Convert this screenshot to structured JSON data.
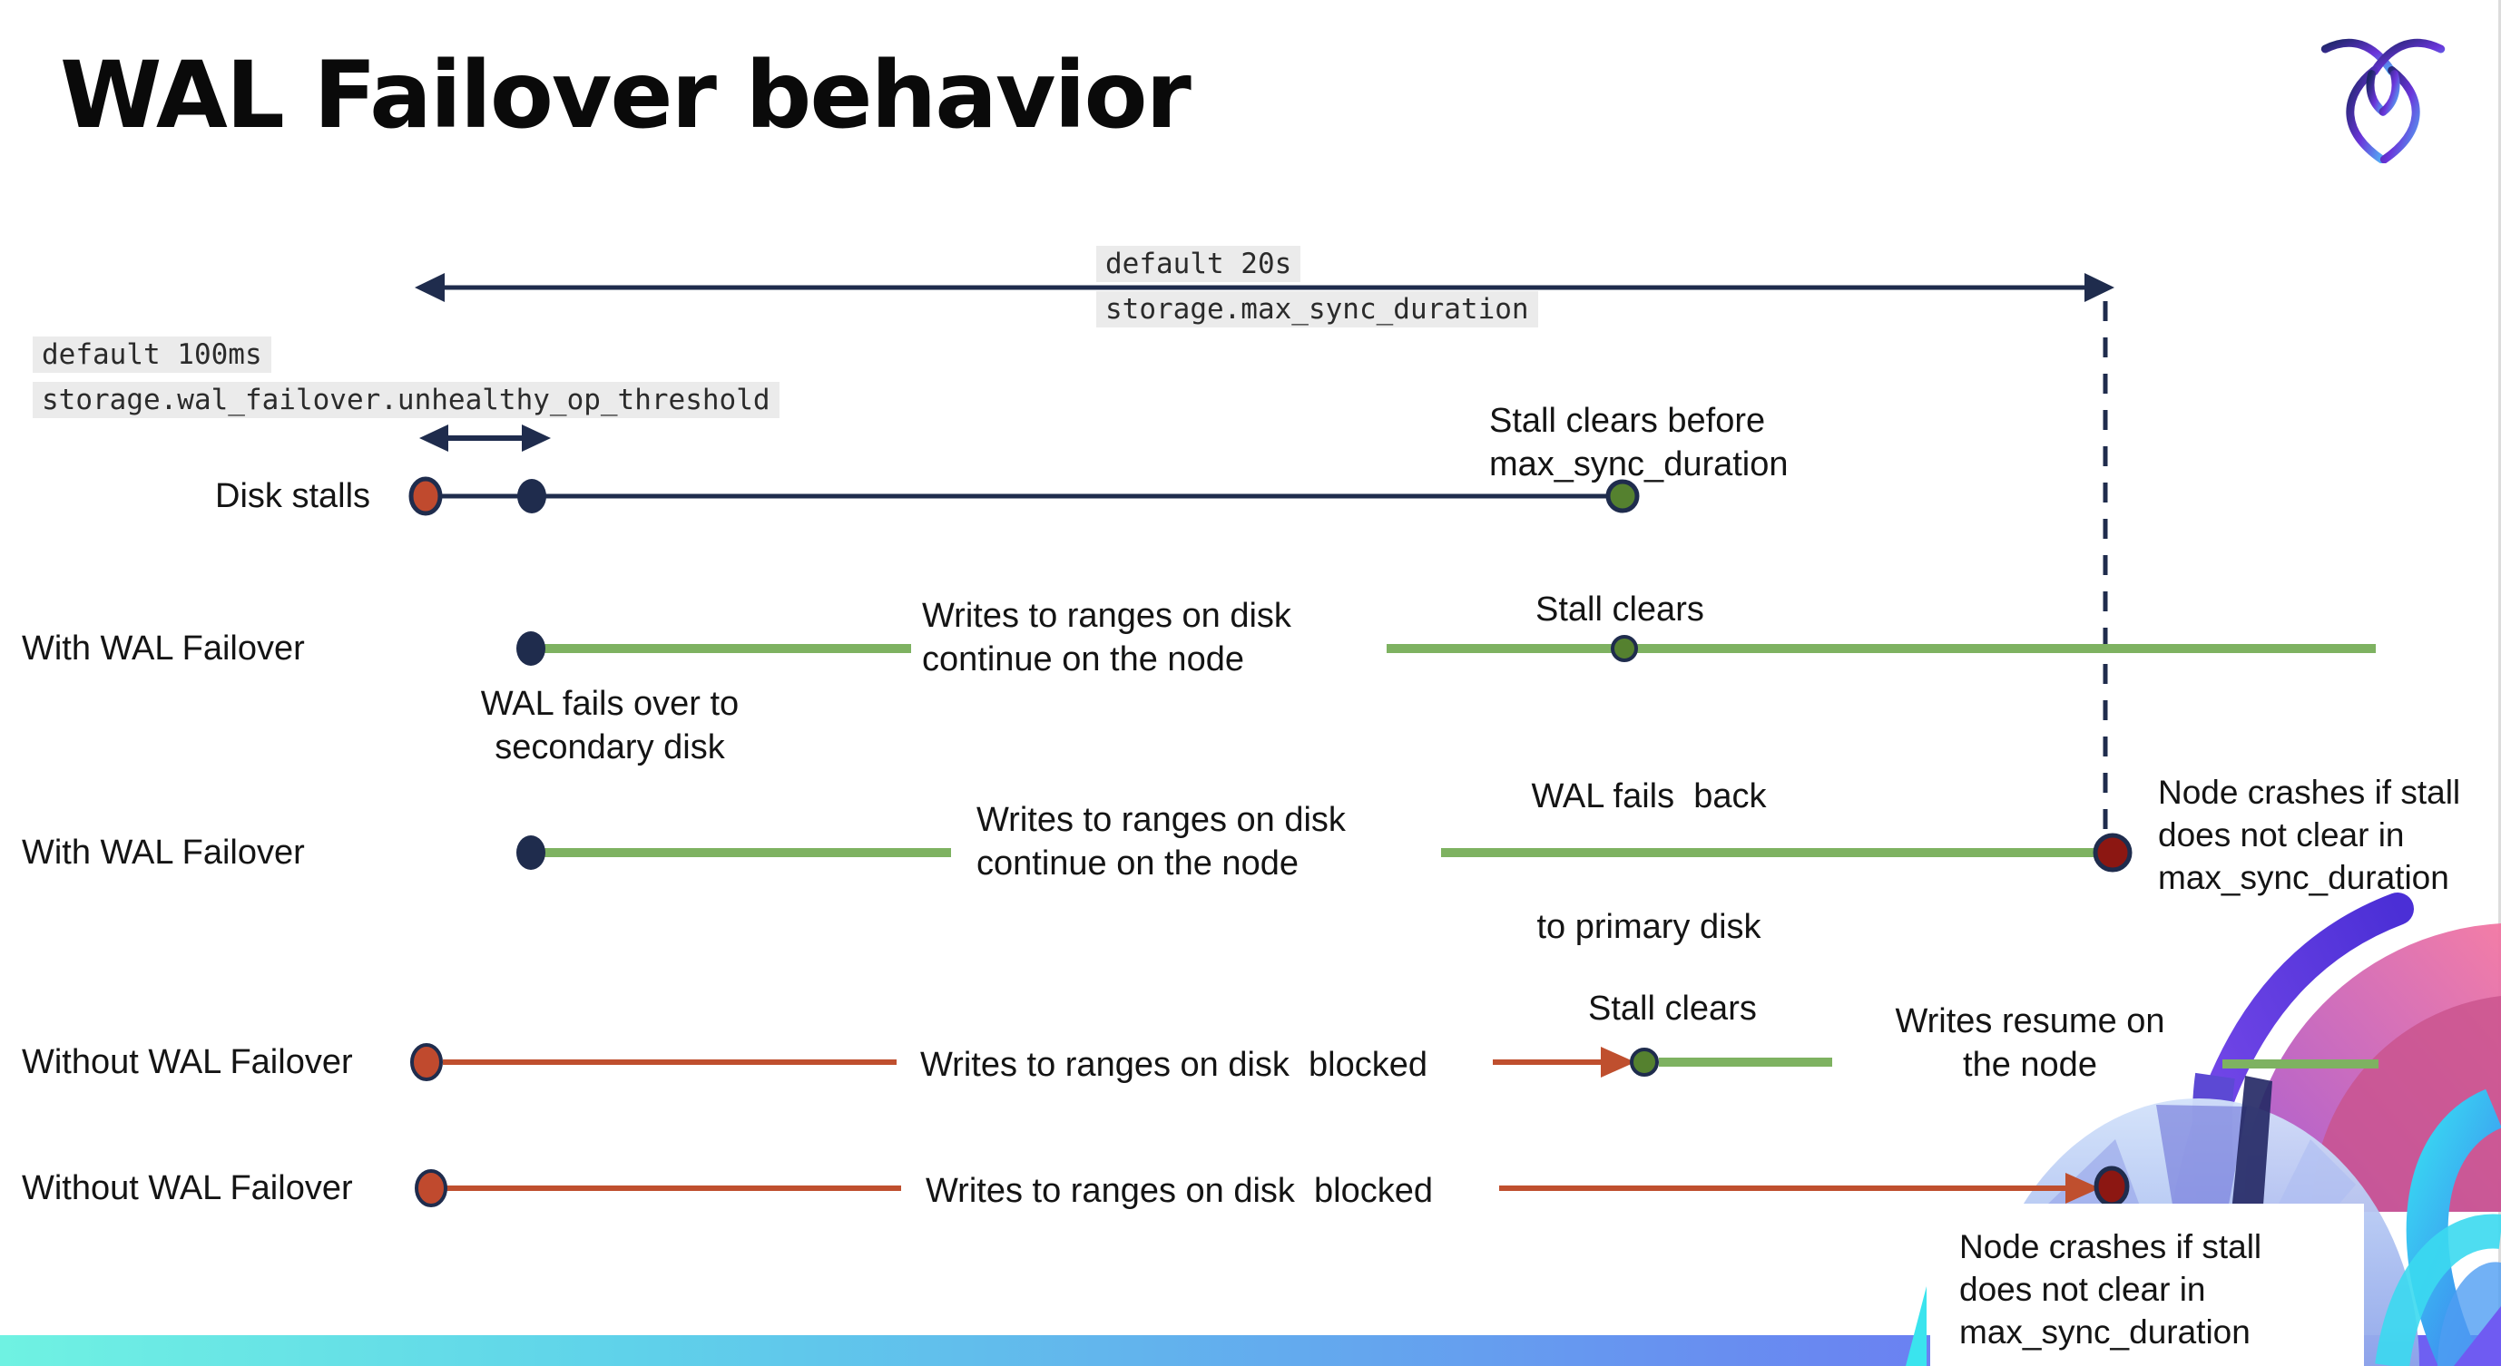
{
  "slide": {
    "title": "WAL Failover behavior"
  },
  "logo": {
    "name": "cockroachdb-mark"
  },
  "settings": {
    "max_sync": {
      "default_label": "default 20s",
      "setting_name": "storage.max_sync_duration"
    },
    "unhealthy_op": {
      "default_label": "default 100ms",
      "setting_name": "storage.wal_failover.unhealthy_op_threshold"
    }
  },
  "rows": {
    "disk_stalls": {
      "label": "Disk stalls",
      "note1": "Stall clears before",
      "note2": "max_sync_duration"
    },
    "with_wal_1": {
      "label": "With WAL Failover",
      "failover1": "WAL fails over to",
      "failover2": "secondary disk",
      "writes1": "Writes to ranges on disk",
      "writes2": "continue on the node",
      "stall_clears": "Stall clears",
      "failback1": "WAL fails  back",
      "failback2": "to primary disk"
    },
    "with_wal_2": {
      "label": "With WAL Failover",
      "writes1": "Writes to ranges on disk",
      "writes2": "continue on the node",
      "crash1": "Node crashes if stall",
      "crash2": "does not clear in",
      "crash3": "max_sync_duration"
    },
    "without_wal_1": {
      "label": "Without WAL Failover",
      "blocked": "Writes to ranges on disk  blocked",
      "stall_clears": "Stall clears",
      "resume1": "Writes resume on",
      "resume2": "the node"
    },
    "without_wal_2": {
      "label": "Without WAL Failover",
      "blocked": "Writes to ranges on disk  blocked",
      "crash1": "Node crashes if stall",
      "crash2": "does not clear in",
      "crash3": "max_sync_duration"
    }
  },
  "colors": {
    "navy": "#1f2c4d",
    "green_line": "#7eb261",
    "green_dot": "#55812f",
    "red_line": "#bf4f2e",
    "red_dot": "#c04a2e",
    "dark_red_dot": "#8c1712",
    "label_bg": "#ebebeb",
    "footer_left": "#6ff2e2",
    "footer_right": "#6f5bf2",
    "brand_pink": "#ef6e9c",
    "brand_purple": "#6a34d9",
    "brand_cyan": "#3bd9ef"
  }
}
